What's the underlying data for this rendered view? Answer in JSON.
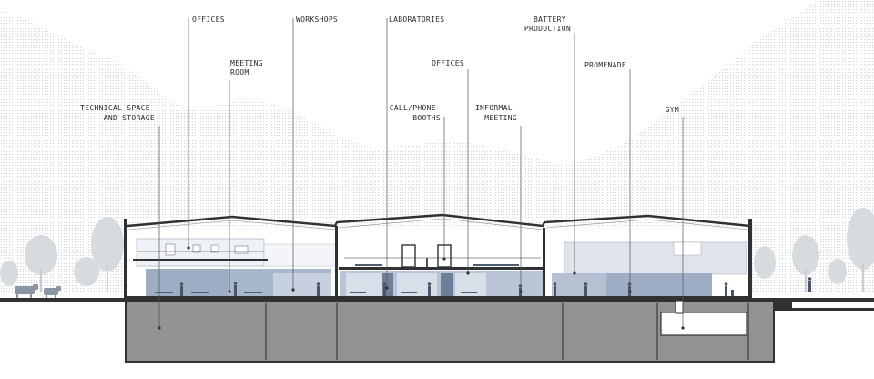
{
  "labels": {
    "technical_space": [
      "TECHNICAL SPACE",
      "AND STORAGE"
    ],
    "offices_left": [
      "OFFICES"
    ],
    "meeting_room": [
      "MEETING",
      "ROOM"
    ],
    "workshops": [
      "WORKSHOPS"
    ],
    "laboratories": [
      "LABORATORIES"
    ],
    "call_phone_booths": [
      "CALL/PHONE",
      "BOOTHS"
    ],
    "offices_center": [
      "OFFICES"
    ],
    "informal_meeting": [
      "INFORMAL",
      "MEETING"
    ],
    "battery_production": [
      "BATTERY",
      "PRODUCTION"
    ],
    "promenade": [
      "PROMENADE"
    ],
    "gym": [
      "GYM"
    ]
  },
  "colors": {
    "sky_dots": "#dcdfe3",
    "tree": "#d4d9de",
    "interior_blue": "#9eadc4",
    "interior_light": "#c9d3e1",
    "basement": "#8c8c8c",
    "basement_dark": "#7a7a7a",
    "structure": "#2f3133",
    "leader": "#555555"
  }
}
